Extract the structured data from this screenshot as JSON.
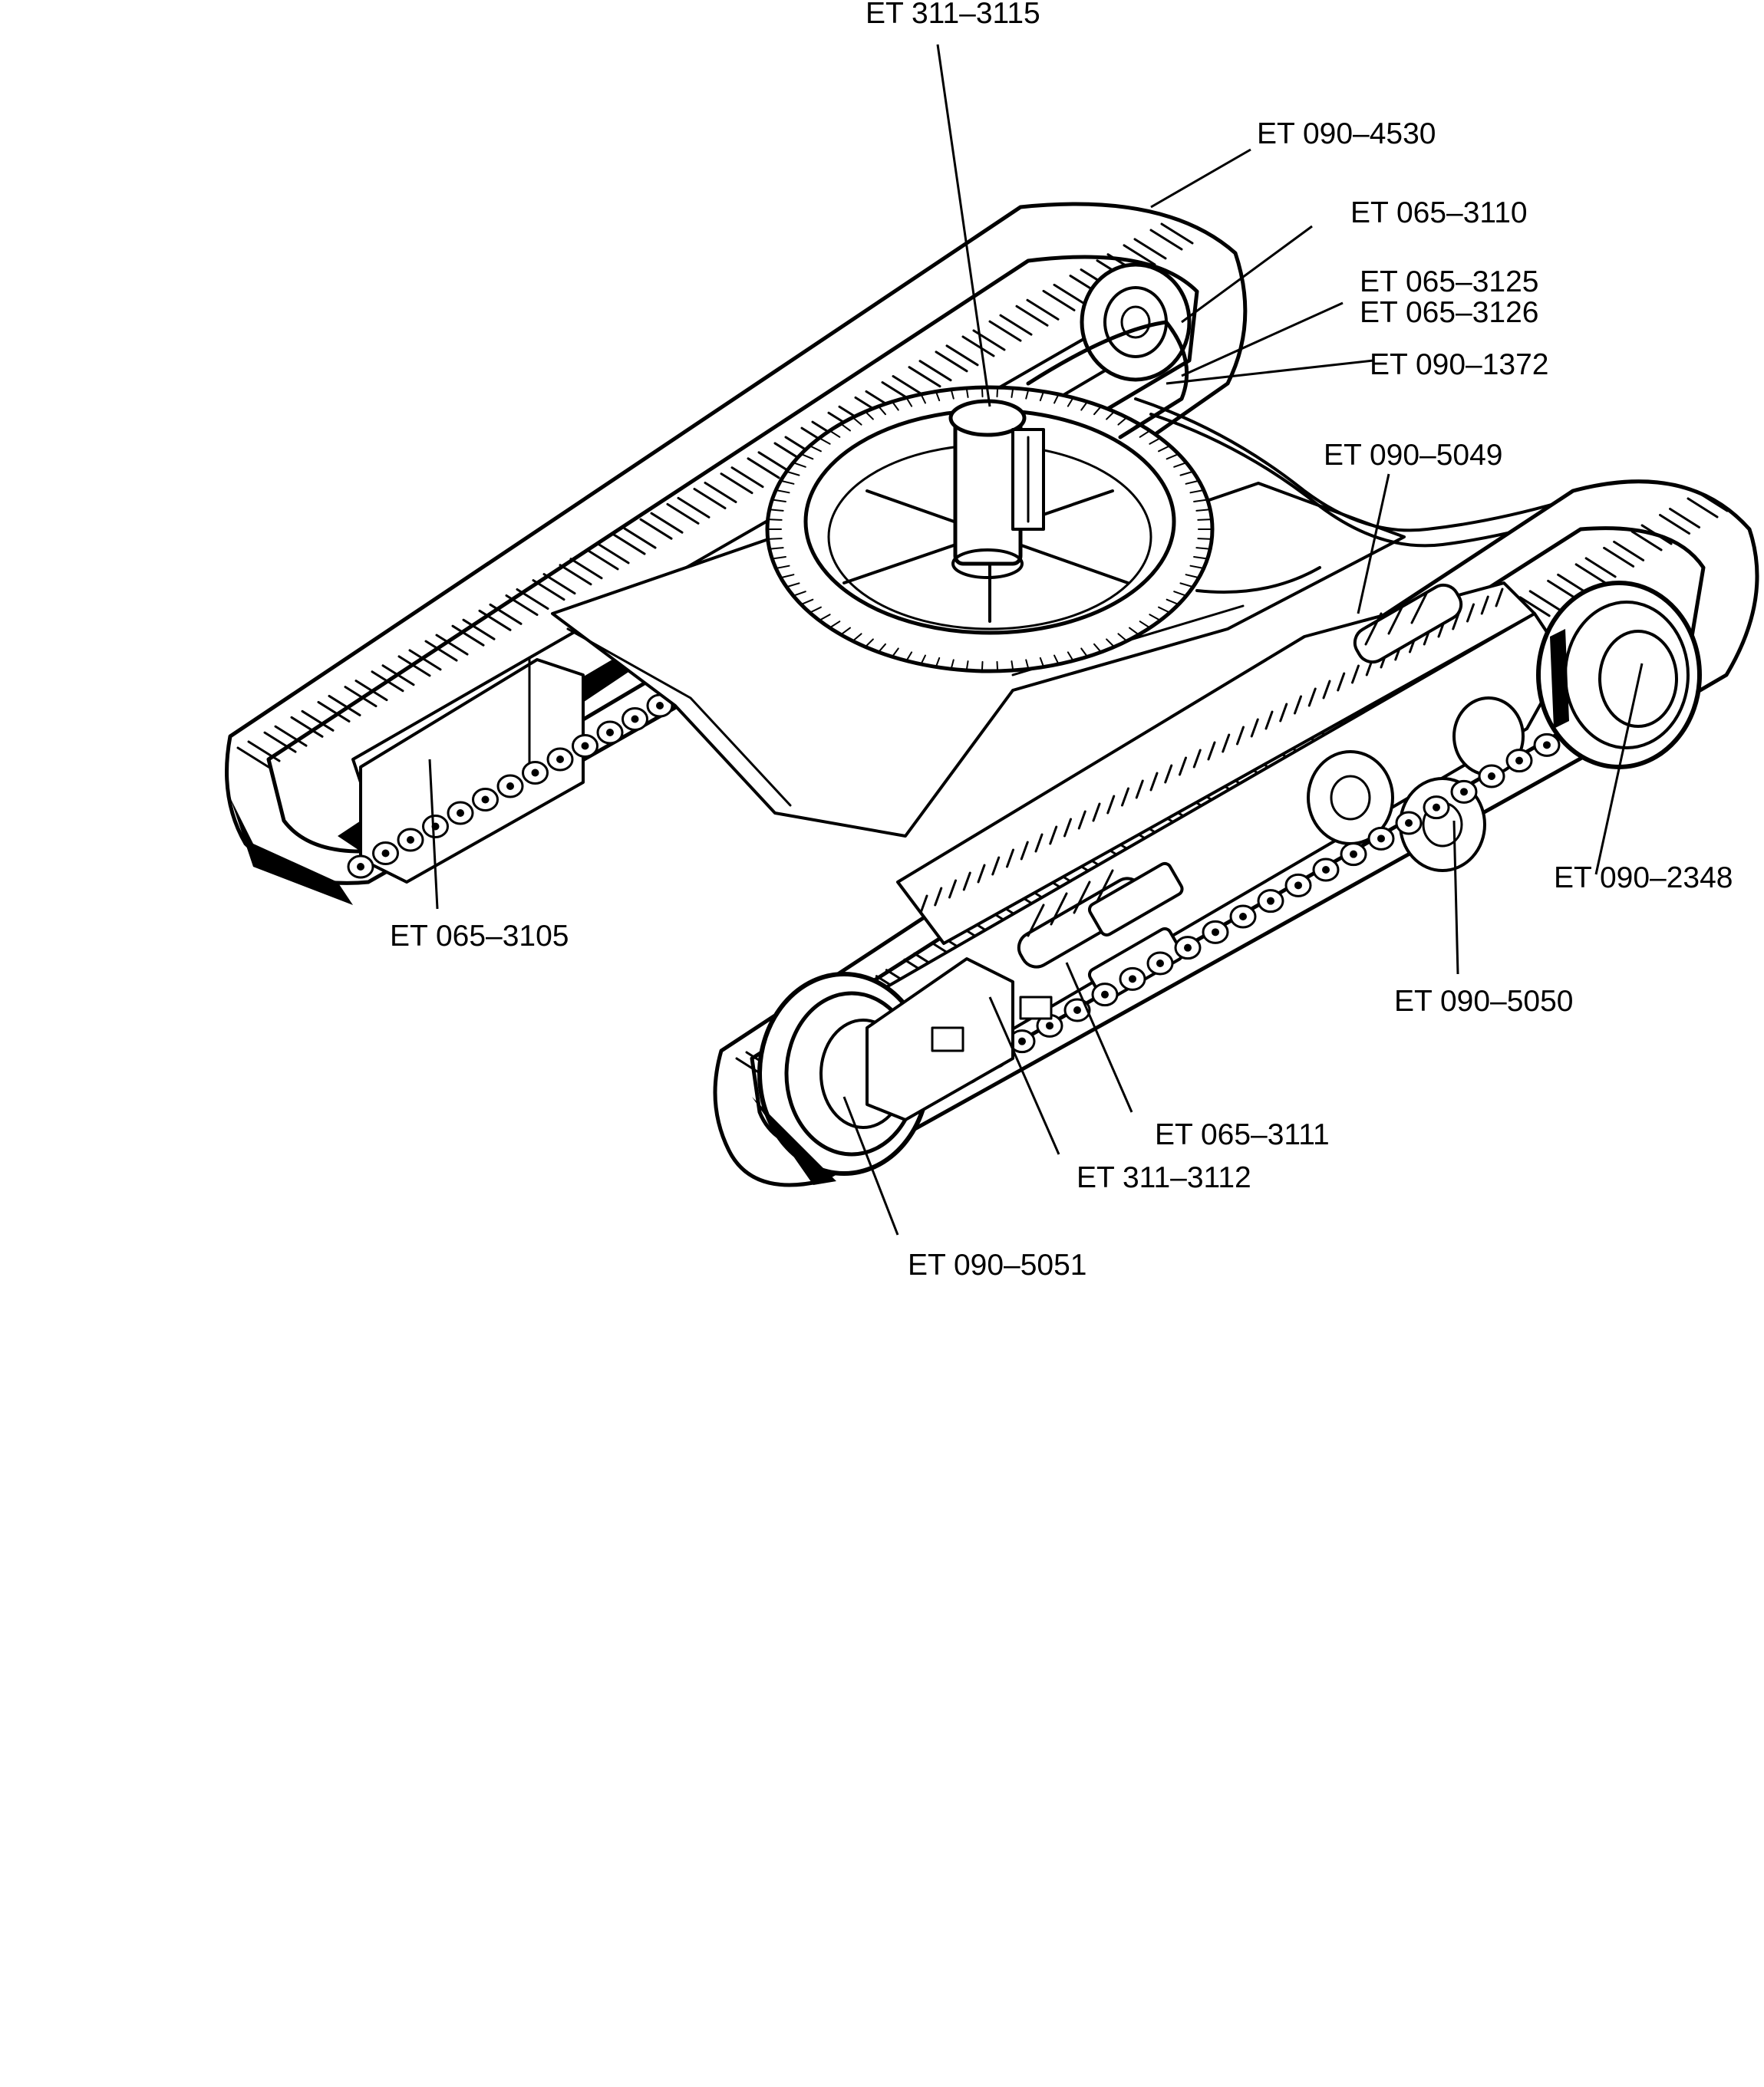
{
  "colors": {
    "ink": "#000000",
    "paper": "#ffffff"
  },
  "drawing": {
    "subject": "crawler undercarriage exploded-view illustration",
    "callouts": [
      {
        "id": "c1",
        "text": "ET 311–3115"
      },
      {
        "id": "c2",
        "text": "ET 090–4530"
      },
      {
        "id": "c3",
        "text": "ET 065–3110"
      },
      {
        "id": "c4",
        "text": "ET 065–3125"
      },
      {
        "id": "c5",
        "text": "ET 065–3126"
      },
      {
        "id": "c6",
        "text": "ET 090–1372"
      },
      {
        "id": "c7",
        "text": "ET 090–5049"
      },
      {
        "id": "c8",
        "text": "ET 065–3105"
      },
      {
        "id": "c9",
        "text": "ET 090–2348"
      },
      {
        "id": "c10",
        "text": "ET 090–5050"
      },
      {
        "id": "c11",
        "text": "ET 065–3111"
      },
      {
        "id": "c12",
        "text": "ET 311–3112"
      },
      {
        "id": "c13",
        "text": "ET 090–5051"
      }
    ]
  }
}
